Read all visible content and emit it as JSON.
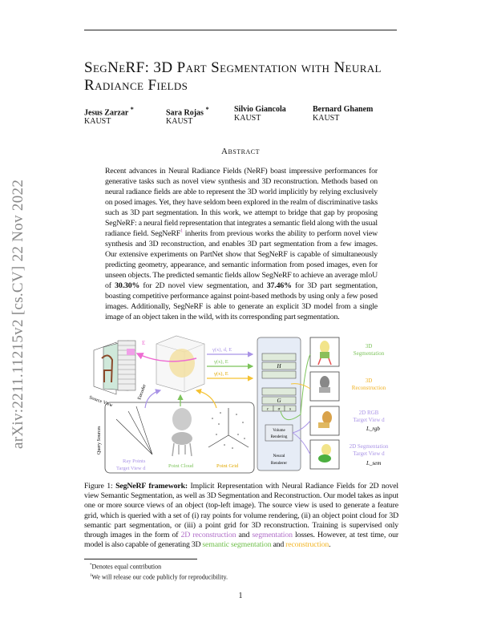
{
  "arxiv_stamp": "arXiv:2211.11215v2  [cs.CV]  22 Nov 2022",
  "title": "SegNeRF: 3D Part Segmentation with Neural Radiance Fields",
  "authors": [
    {
      "name": "Jesus Zarzar",
      "mark": "*",
      "affiliation": "KAUST"
    },
    {
      "name": "Sara Rojas",
      "mark": "*",
      "affiliation": "KAUST"
    },
    {
      "name": "Silvio Giancola",
      "mark": "",
      "affiliation": "KAUST"
    },
    {
      "name": "Bernard Ghanem",
      "mark": "",
      "affiliation": "KAUST"
    }
  ],
  "abstract": {
    "heading": "Abstract",
    "p1": "Recent advances in Neural Radiance Fields (NeRF) boast impressive performances for generative tasks such as novel view synthesis and 3D reconstruction. Methods based on neural radiance fields are able to represent the 3D world implicitly by relying exclusively on posed images. Yet, they have seldom been explored in the realm of discriminative tasks such as 3D part segmentation. In this work, we attempt to bridge that gap by proposing SegNeRF: a neural field representation that integrates a semantic field along with the usual radiance field. SegNeRF",
    "fn_mark": "1",
    "p2": " inherits from previous works the ability to perform novel view synthesis and 3D reconstruction, and enables 3D part segmentation from a few images. Our extensive experiments on PartNet show that SegNeRF is capable of simultaneously predicting geometry, appearance, and semantic information from posed images, even for unseen objects. The predicted semantic fields allow SegNeRF to achieve an average mIoU of ",
    "v1": "30.30%",
    "p3": " for 2D novel view segmentation, and ",
    "v2": "37.46%",
    "p4": " for 3D part segmentation, boasting competitive performance against point-based methods by using only a few posed images. Additionally, SegNeRF is able to generate an explicit 3D model from a single image of an object taken in the wild, with its corresponding part segmentation."
  },
  "figure": {
    "source_view": "Source View",
    "encoder": "Encoder",
    "feature": "E",
    "arrow1": "γ(x), d, E",
    "arrow2": "γ(x), E",
    "arrow3": "γ(x), E",
    "query_sources": "Query Sources",
    "ray_points": "Ray Points",
    "target_view": "Target View d",
    "point_cloud": "Point Cloud",
    "point_grid": "Point Grid",
    "h": "H",
    "g": "G",
    "c": "c",
    "sigma": "σ",
    "s": "s",
    "volume_rendering_1": "Volume",
    "volume_rendering_2": "Rendering",
    "neural_renderer_1": "Neural",
    "neural_renderer_2": "Renderer",
    "out_seg_3d_1": "3D",
    "out_seg_3d_2": "Segmentation",
    "out_rec_3d_1": "3D",
    "out_rec_3d_2": "Reconstruction",
    "out_rgb_1": "2D RGB",
    "out_rgb_2": "Target View d",
    "loss_rgb": "L_rgb",
    "out_seg2d_1": "2D Segmentation",
    "out_seg2d_2": "Target View d",
    "loss_sem": "L_sem",
    "colors": {
      "purple": "#a993e6",
      "green": "#7cc35a",
      "yellow": "#f5c232",
      "pink": "#ee6bd2",
      "panel": "#e6ecf6"
    }
  },
  "caption": {
    "label": "Figure 1: ",
    "bold": "SegNeRF framework:",
    "t1": " Implicit Representation with Neural Radiance Fields for 2D novel view Semantic Segmentation, as well as 3D Segmentation and Reconstruction. Our model takes as input one or more source views of an object (top-left image). The source view is used to generate a feature grid, which is queried with a set of (i) ray points for volume rendering, (ii) an object point cloud for 3D semantic part segmentation, or (iii) a point grid for 3D reconstruction. Training is supervised only through images in the form of ",
    "c1": "2D reconstruction",
    "t2": " and ",
    "c2": "segmentation",
    "t3": " losses. However, at test time, our model is also capable of generating 3D ",
    "c3": "semantic segmentation",
    "t4": " and ",
    "c4": "reconstruction",
    "t5": "."
  },
  "footnotes": [
    {
      "mark": "*",
      "text": "Denotes equal contribution"
    },
    {
      "mark": "1",
      "text": "We will release our code publicly for reproducibility."
    }
  ],
  "page_number": "1"
}
